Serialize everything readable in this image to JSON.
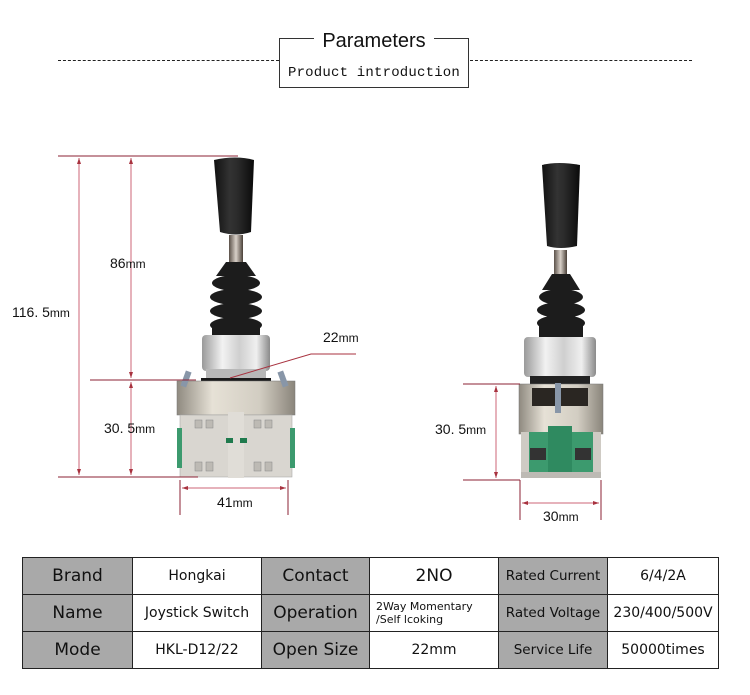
{
  "header": {
    "title": "Parameters",
    "subtitle": "Product introduction"
  },
  "diagram": {
    "dimension_line_color": "#a8323f",
    "front_view": {
      "total_height": {
        "value": "116. 5",
        "unit": "mm"
      },
      "upper_height": {
        "value": "86",
        "unit": "mm"
      },
      "base_height": {
        "value": "30. 5",
        "unit": "mm"
      },
      "bushing_diameter": {
        "value": "22",
        "unit": "mm"
      },
      "base_width": {
        "value": "41",
        "unit": "mm"
      }
    },
    "side_view": {
      "base_height": {
        "value": "30. 5",
        "unit": "mm"
      },
      "base_width": {
        "value": "30",
        "unit": "mm"
      }
    }
  },
  "specs": {
    "rows": [
      [
        {
          "key": "Brand",
          "value": "Hongkai"
        },
        {
          "key": "Contact",
          "value": "2NO"
        },
        {
          "key": "Rated Current",
          "value": "6/4/2A"
        }
      ],
      [
        {
          "key": "Name",
          "value": "Joystick Switch"
        },
        {
          "key": "Operation",
          "value_line1": "2Way Momentary",
          "value_line2": "/Self lcoking"
        },
        {
          "key": "Rated Voltage",
          "value": "230/400/500V"
        }
      ],
      [
        {
          "key": "Mode",
          "value": "HKL-D12/22"
        },
        {
          "key": "Open Size",
          "value": "22mm"
        },
        {
          "key": "Service Life",
          "value": "50000times"
        }
      ]
    ],
    "key_bg": "#a9a9a9"
  }
}
